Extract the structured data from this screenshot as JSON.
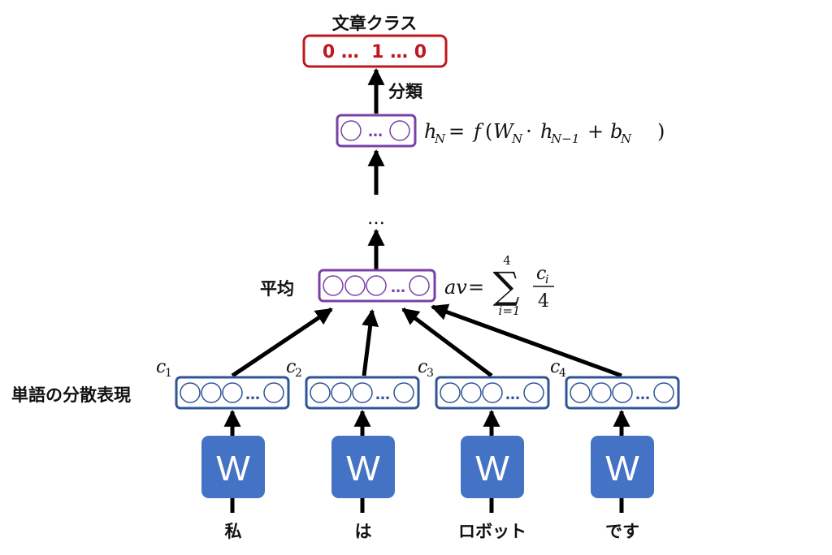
{
  "colors": {
    "output": "#c0171f",
    "hidden": "#7a40a6",
    "embedding": "#2f5597",
    "word_box": "#4472c4",
    "arrow": "#000000"
  },
  "output": {
    "title": "文章クラス",
    "vector_text": "0 …  1 … 0"
  },
  "classify_label": "分類",
  "hidden_top": {
    "dots": "…"
  },
  "formula_hn": {
    "h": "h",
    "sub_N": "N",
    "eq": "=",
    "f": "f",
    "open": "(",
    "W": "W",
    "sub_N2": "N",
    "cdot": "·",
    "h2": "h",
    "sub_prev": "N−1",
    "plus": "+",
    "b": "b",
    "sub_N3": "N",
    "close": ")"
  },
  "ellipsis_between": "…",
  "average": {
    "label": "平均",
    "dots": "…"
  },
  "formula_av": {
    "lhs": "av",
    "eq": "=",
    "sum": "∑",
    "upper": "4",
    "lower": "i=1",
    "num": "c",
    "num_sub": "i",
    "den": "4"
  },
  "embedding_label": "単語の分散表現",
  "embeddings": [
    {
      "c": "c",
      "sub": "1",
      "dots": "…"
    },
    {
      "c": "c",
      "sub": "2",
      "dots": "…"
    },
    {
      "c": "c",
      "sub": "3",
      "dots": "…"
    },
    {
      "c": "c",
      "sub": "4",
      "dots": "…"
    }
  ],
  "word_icon_letter": "W",
  "words": [
    "私",
    "は",
    "ロボット",
    "です"
  ]
}
